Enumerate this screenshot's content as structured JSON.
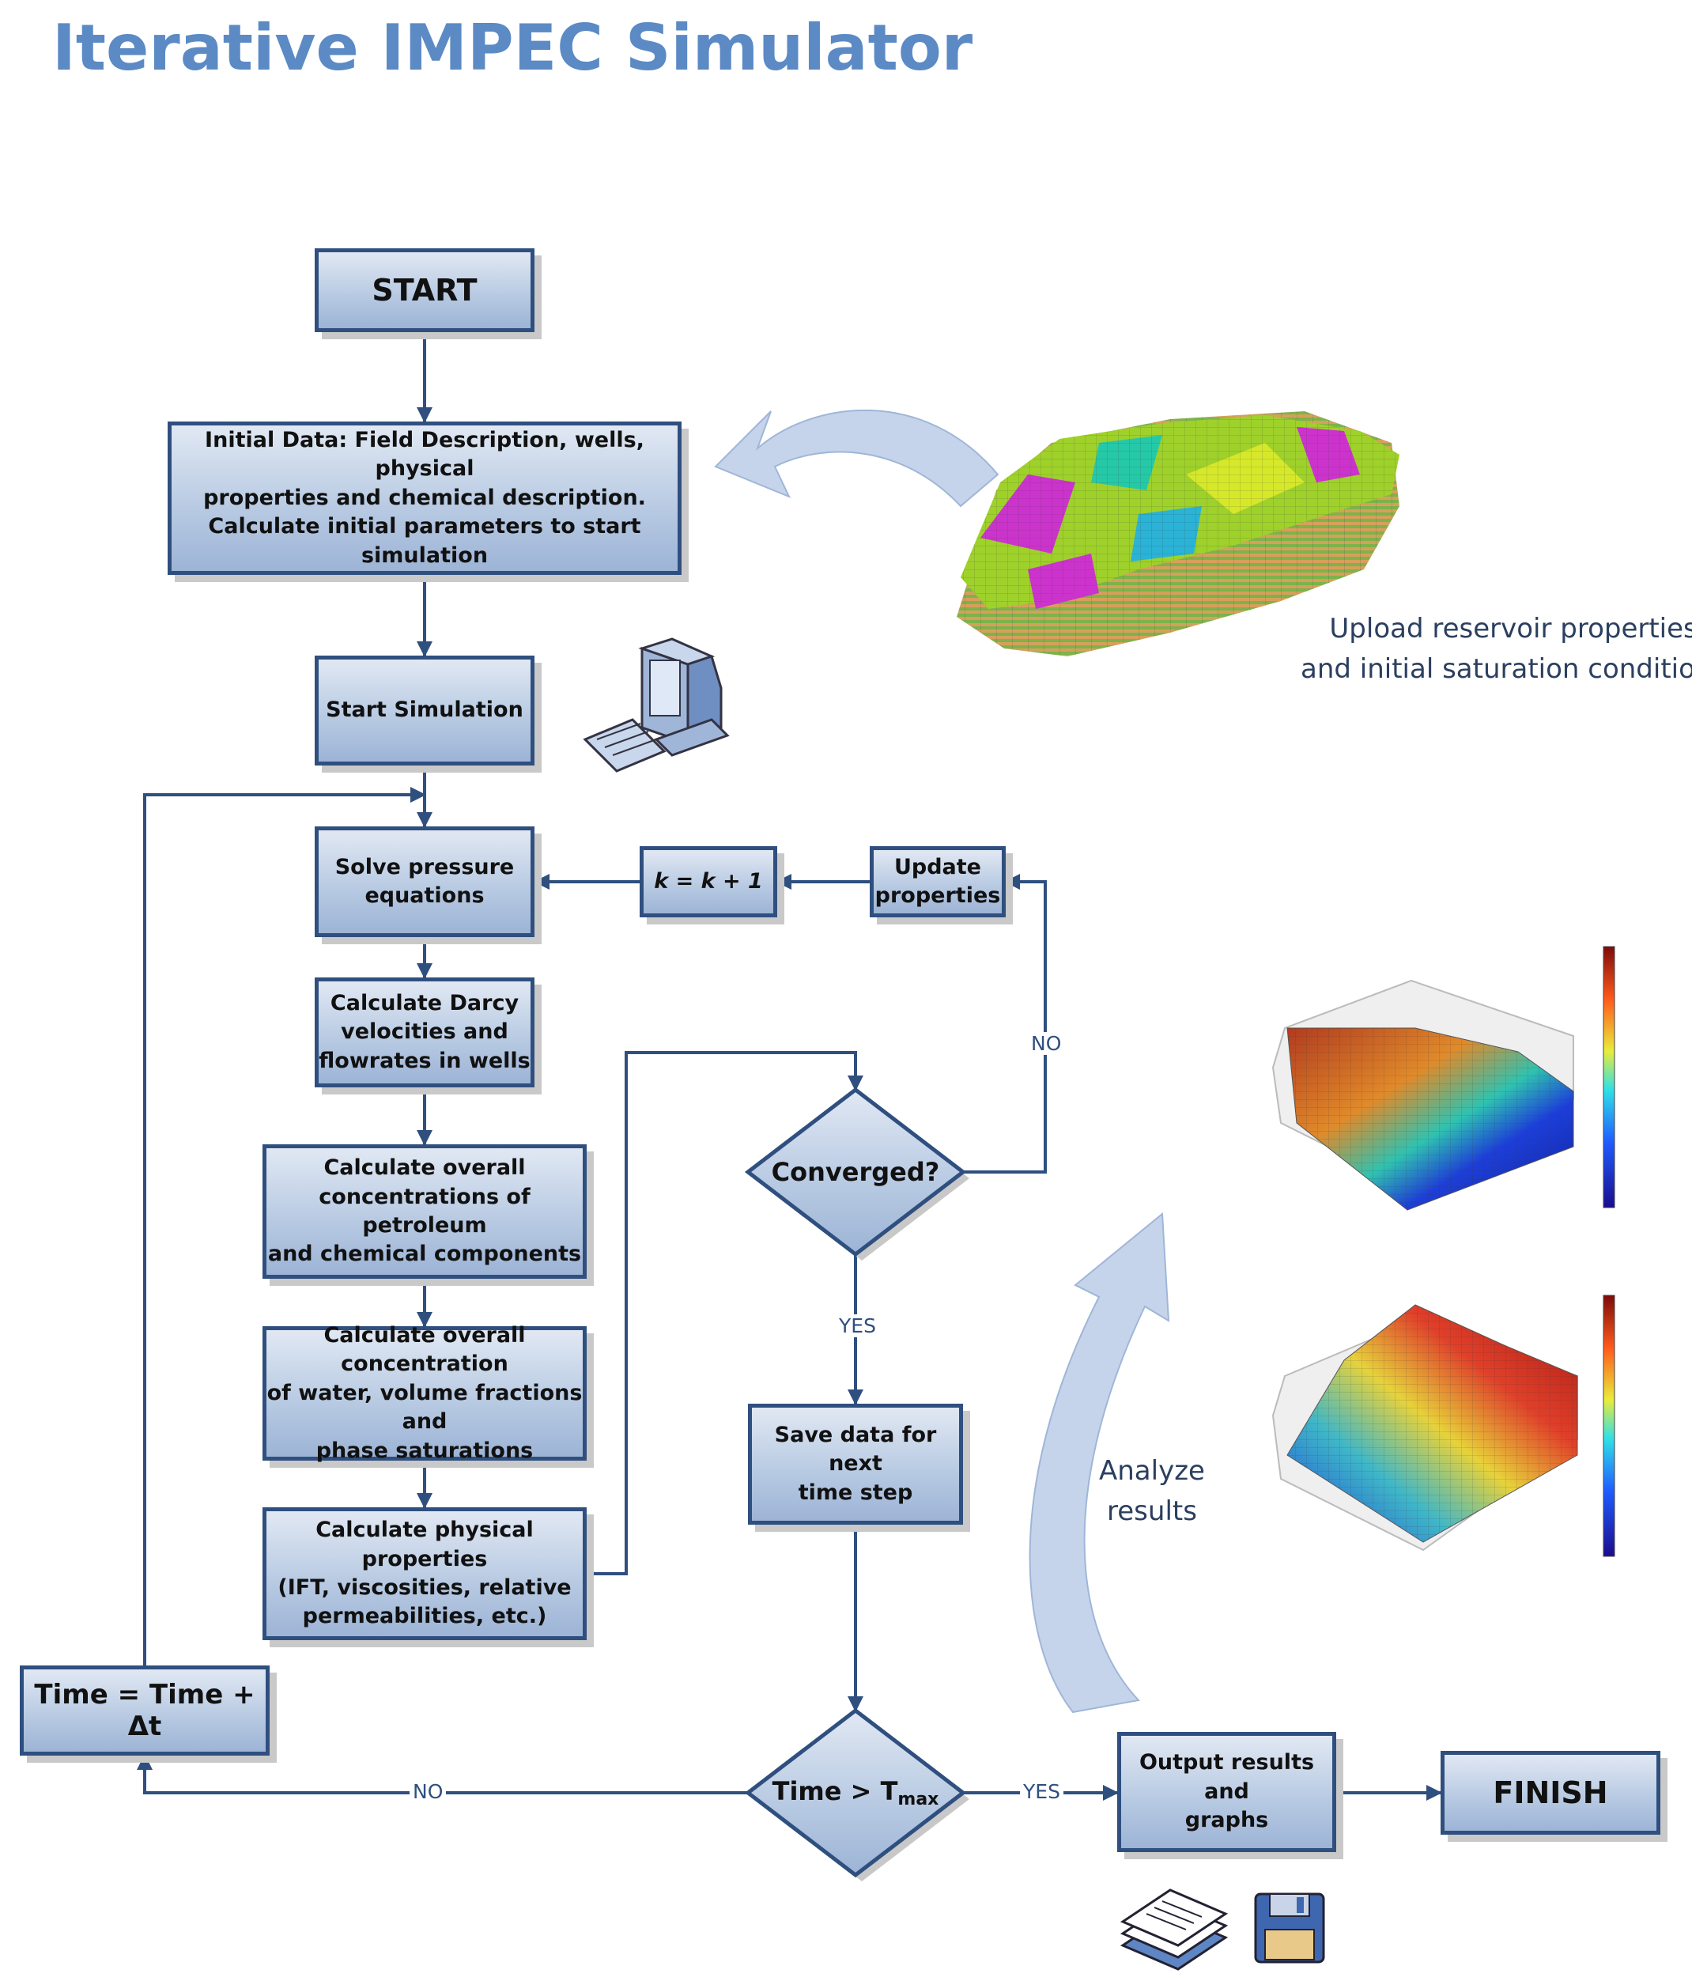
{
  "title": "Iterative IMPEC Simulator",
  "nodes": {
    "start": "START",
    "initial_data": [
      "Initial Data: Field Description, wells, physical",
      "properties and chemical description.",
      "Calculate initial parameters to start simulation"
    ],
    "start_simulation": "Start Simulation",
    "solve_pressure": [
      "Solve pressure",
      "equations"
    ],
    "k_increment": "k = k + 1",
    "update_properties": [
      "Update",
      "properties"
    ],
    "darcy": [
      "Calculate Darcy",
      "velocities and",
      "flowrates in wells"
    ],
    "overall_conc": [
      "Calculate overall",
      "concentrations of petroleum",
      "and chemical components"
    ],
    "water_conc": [
      "Calculate overall concentration",
      "of water, volume fractions and",
      "phase saturations"
    ],
    "physical_props": [
      "Calculate physical properties",
      "(IFT, viscosities, relative",
      "permeabilities, etc.)"
    ],
    "converged": "Converged?",
    "save_data": [
      "Save data for next",
      "time step"
    ],
    "time_increment": "Time = Time + Δt",
    "time_check_main": "Time > T",
    "time_check_sub": "max",
    "output": [
      "Output results and",
      "graphs"
    ],
    "finish": "FINISH"
  },
  "edge_labels": {
    "no_converged": "NO",
    "yes_converged": "YES",
    "no_time": "NO",
    "yes_time": "YES"
  },
  "notes": {
    "upload": [
      "Upload reservoir properties",
      "and initial saturation conditions"
    ],
    "analyze": [
      "Analyze",
      "results"
    ]
  },
  "colors": {
    "title": "#5b8ac5",
    "line": "#2f4f7f",
    "box_top": "#e1e8f3",
    "box_bottom": "#9db4d6",
    "curved_arrow": "#c5d4ea"
  },
  "icons": [
    "computer-icon",
    "reservoir-model-image",
    "water-saturation-plot",
    "oil-saturation-plot",
    "documents-icon",
    "floppy-disk-icon"
  ]
}
